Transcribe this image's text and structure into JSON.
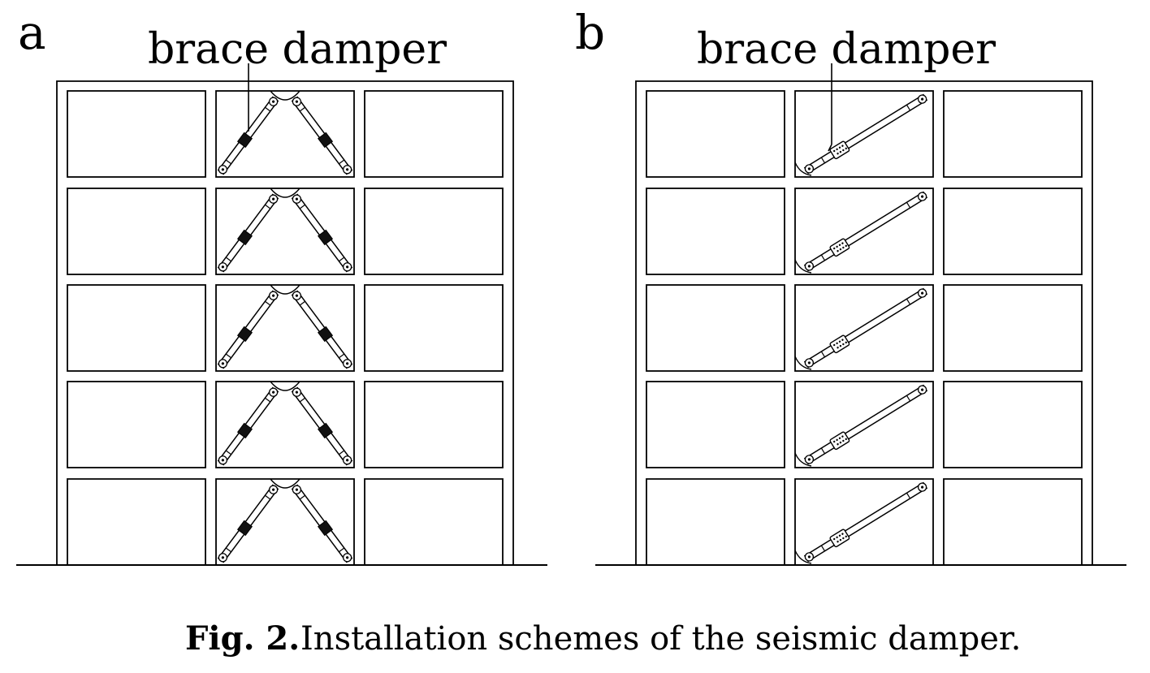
{
  "panels": [
    {
      "letter": "a",
      "callout": "brace damper",
      "scheme": "chevron"
    },
    {
      "letter": "b",
      "callout": "brace damper",
      "scheme": "diagonal"
    }
  ],
  "caption": {
    "label": "Fig. 2.",
    "text": "Installation schemes of the seismic damper."
  }
}
